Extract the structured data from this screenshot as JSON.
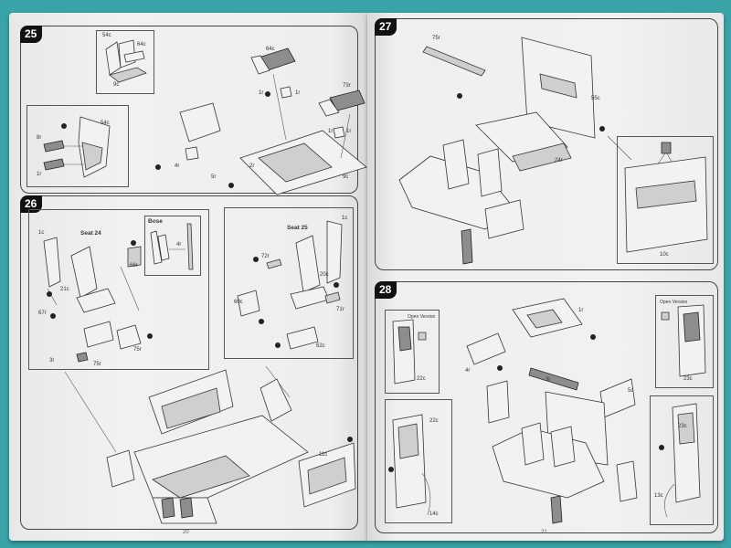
{
  "steps": {
    "s25": {
      "number": "25"
    },
    "s26": {
      "number": "26"
    },
    "s27": {
      "number": "27"
    },
    "s28": {
      "number": "28"
    }
  },
  "s25_labels": {
    "inset": [
      "54c",
      "64c",
      "9c"
    ],
    "detail": [
      "54c",
      "8r",
      "1r"
    ],
    "main": [
      "64c",
      "1r",
      "1r",
      "73r",
      "1r",
      "1r",
      "4r",
      "5r",
      "2r",
      "9c"
    ]
  },
  "s26_labels": {
    "left_seat": [
      "1c",
      "Seat 24",
      "21c",
      "66r",
      "67r",
      "75r",
      "3r",
      "75r"
    ],
    "bose_title": "Bose",
    "bose": [
      "4r"
    ],
    "right_seat": [
      "Seat 25",
      "72r",
      "1c",
      "20c",
      "60c",
      "71r",
      "62c"
    ],
    "assembly": [
      "11c"
    ]
  },
  "s27_labels": {
    "main": [
      "75r",
      "55c",
      "24r"
    ],
    "detail": [
      "10c"
    ]
  },
  "s28_labels": {
    "left_inset_title": "Open Version",
    "left_inset": [
      "22c"
    ],
    "left_detail": [
      "22c",
      "14c"
    ],
    "main": [
      "1r",
      "4r",
      "3r",
      "5c"
    ],
    "right_inset_title": "Open Version",
    "right_inset": [
      "23c"
    ],
    "right_detail": [
      "23c",
      "13c"
    ]
  },
  "page_numbers": {
    "left": "20",
    "right": "21"
  }
}
